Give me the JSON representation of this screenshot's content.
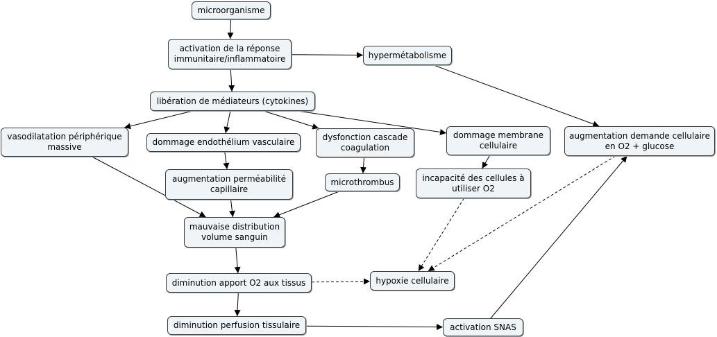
{
  "nodes": {
    "microorganisme": "microorganisme",
    "activation_reponse": "activation de la réponse immunitaire/inflammatoire",
    "hypermetabolisme": "hypermétabolisme",
    "liberation_mediateurs": "libération de médiateurs (cytokines)",
    "vasodilatation": "vasodilatation périphérique massive",
    "dommage_endothelium": "dommage endothélium vasculaire",
    "dysfonction_coagulation": "dysfonction cascade coagulation",
    "dommage_membrane": "dommage membrane cellulaire",
    "augmentation_demande": "augmentation demande cellulaire en O2 + glucose",
    "augmentation_permeabilite": "augmentation perméabilité capillaire",
    "microthrombus": "microthrombus",
    "incapacite_cellules": "incapacité des cellules à utiliser O2",
    "mauvaise_distribution": "mauvaise distribution volume sanguin",
    "diminution_apport": "diminution apport O2 aux tissus",
    "hypoxie": "hypoxie cellulaire",
    "diminution_perfusion": "diminution perfusion tissulaire",
    "activation_snas": "activation SNAS"
  },
  "links": [
    {
      "from": "microorganisme",
      "to": "activation_reponse",
      "style": "solid"
    },
    {
      "from": "activation_reponse",
      "to": "hypermetabolisme",
      "style": "solid"
    },
    {
      "from": "activation_reponse",
      "to": "liberation_mediateurs",
      "style": "solid"
    },
    {
      "from": "hypermetabolisme",
      "to": "augmentation_demande",
      "style": "solid"
    },
    {
      "from": "liberation_mediateurs",
      "to": "vasodilatation",
      "style": "solid"
    },
    {
      "from": "liberation_mediateurs",
      "to": "dommage_endothelium",
      "style": "solid"
    },
    {
      "from": "liberation_mediateurs",
      "to": "dysfonction_coagulation",
      "style": "solid"
    },
    {
      "from": "liberation_mediateurs",
      "to": "dommage_membrane",
      "style": "solid"
    },
    {
      "from": "dommage_endothelium",
      "to": "augmentation_permeabilite",
      "style": "solid"
    },
    {
      "from": "dysfonction_coagulation",
      "to": "microthrombus",
      "style": "solid"
    },
    {
      "from": "dommage_membrane",
      "to": "incapacite_cellules",
      "style": "solid"
    },
    {
      "from": "vasodilatation",
      "to": "mauvaise_distribution",
      "style": "solid"
    },
    {
      "from": "augmentation_permeabilite",
      "to": "mauvaise_distribution",
      "style": "solid"
    },
    {
      "from": "microthrombus",
      "to": "mauvaise_distribution",
      "style": "solid"
    },
    {
      "from": "mauvaise_distribution",
      "to": "diminution_apport",
      "style": "solid"
    },
    {
      "from": "diminution_apport",
      "to": "diminution_perfusion",
      "style": "solid"
    },
    {
      "from": "diminution_apport",
      "to": "hypoxie",
      "style": "dashed"
    },
    {
      "from": "incapacite_cellules",
      "to": "hypoxie",
      "style": "dashed"
    },
    {
      "from": "augmentation_demande",
      "to": "hypoxie",
      "style": "dashed"
    },
    {
      "from": "diminution_perfusion",
      "to": "activation_snas",
      "style": "solid"
    },
    {
      "from": "activation_snas",
      "to": "augmentation_demande",
      "style": "solid"
    }
  ]
}
